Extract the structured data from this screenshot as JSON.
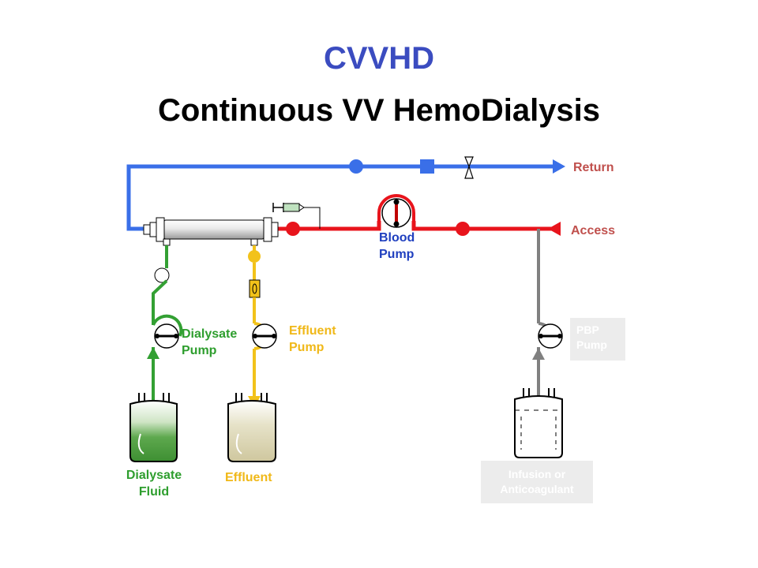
{
  "title": {
    "line1": "CVVHD",
    "line2": "Continuous VV HemoDialysis"
  },
  "labels": {
    "return": "Return",
    "access": "Access",
    "blood_pump": [
      "Blood",
      "Pump"
    ],
    "dialysate_pump": [
      "Dialysate",
      "Pump"
    ],
    "effluent_pump": [
      "Effluent",
      "Pump"
    ],
    "pbp_pump": [
      "PBP",
      "Pump"
    ],
    "dialysate_fluid": [
      "Dialysate",
      "Fluid"
    ],
    "effluent": "Effluent",
    "infusion": [
      "Infusion or",
      "Anticoagulant"
    ]
  },
  "colors": {
    "title_accent": "#3b4cc0",
    "title_main": "#000000",
    "return_line": "#3a6fe8",
    "access_line": "#e8141c",
    "dialysate": "#33a033",
    "effluent": "#f2c21a",
    "pbp": "#808080",
    "return_text": "#c0504d",
    "access_text": "#c0504d",
    "blood_pump_text": "#1f3fbf",
    "dialysate_text": "#2e9e2e",
    "effluent_text": "#f0b818",
    "muted_box": "#ececec"
  }
}
